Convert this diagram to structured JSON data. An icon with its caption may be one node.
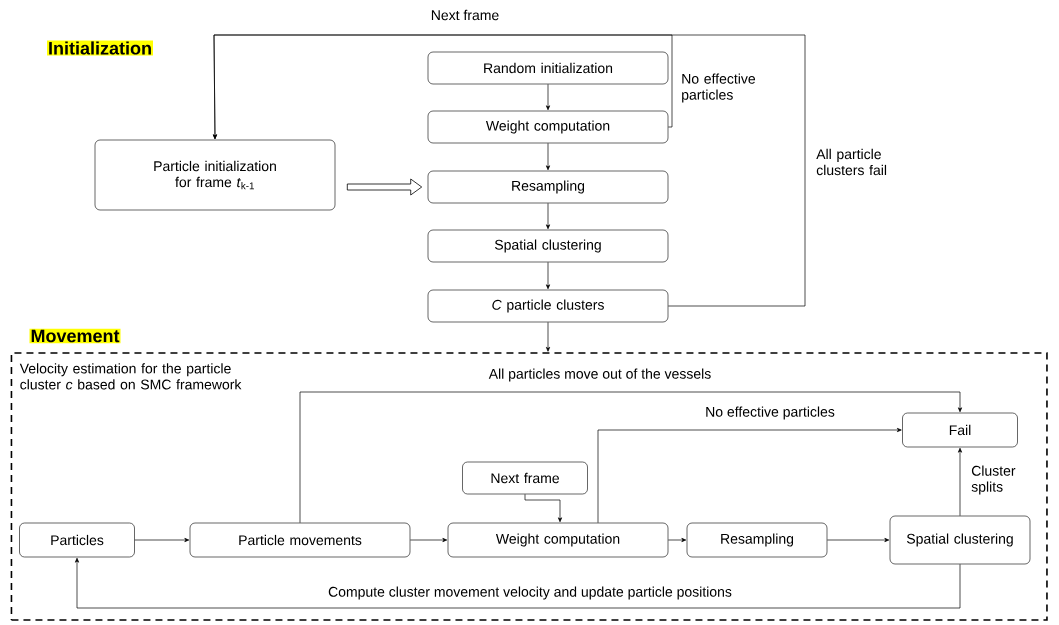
{
  "diagram": {
    "nodes": [
      {
        "text": [
          "Particle initialization for frame *t*$_{k-1}$"
        ]
      },
      {
        "text": [
          "Random initialization"
        ]
      },
      {
        "text": [
          "Weight computation"
        ]
      },
      {
        "text": [
          "Resampling"
        ]
      },
      {
        "text": [
          "Spatial clustering"
        ]
      },
      {
        "text": [
          "*C* particle clusters"
        ]
      },
      {
        "text": [
          "Velocity estimation for the particle cluster *c* based on SMC framework"
        ]
      },
      {
        "text": [
          "Particles"
        ],
        "in": 6
      },
      {
        "text": [
          "Particle movements"
        ],
        "in": 6
      },
      {
        "text": [
          "Next frame"
        ],
        "in": 6
      },
      {
        "text": [
          "Weight computation"
        ],
        "in": 6
      },
      {
        "text": [
          "Resampling"
        ],
        "in": 6
      },
      {
        "text": [
          "Spatial clustering"
        ],
        "in": 6
      },
      {
        "text": [
          "Fail"
        ],
        "in": 6
      }
    ],
    "edges": [
      {
        "from": 1,
        "to": 2,
        "arrow": "to"
      },
      {
        "from": 2,
        "to": 3,
        "arrow": "to"
      },
      {
        "from": 3,
        "to": 4,
        "arrow": "to"
      },
      {
        "from": 4,
        "to": 5,
        "arrow": "to"
      },
      {
        "from": 5,
        "to": 6,
        "arrow": "to"
      },
      {
        "from": 0,
        "to": 3,
        "arrow": "to",
        "style": "thick"
      },
      {
        "from": 2,
        "to": 0,
        "arrow": "to",
        "label": "No effective particles"
      },
      {
        "from": 5,
        "to": 0,
        "arrow": "to",
        "label": "All particle clusters fail"
      },
      {
        "from": 7,
        "to": 8,
        "arrow": "to"
      },
      {
        "from": 8,
        "to": 10,
        "arrow": "to"
      },
      {
        "from": 9,
        "to": 10,
        "arrow": "to"
      },
      {
        "from": 10,
        "to": 11,
        "arrow": "to"
      },
      {
        "from": 11,
        "to": 12,
        "arrow": "to"
      },
      {
        "from": 8,
        "to": 13,
        "arrow": "to",
        "label": "All particles move out of the vessels"
      },
      {
        "from": 10,
        "to": 13,
        "arrow": "to",
        "label": "No effective particles"
      },
      {
        "from": 12,
        "to": 13,
        "arrow": "to",
        "label": "Cluster splits"
      },
      {
        "from": 12,
        "to": 7,
        "arrow": "to",
        "label": "Compute cluster movement velocity and update particle positions"
      }
    ],
    "labels": [
      "Next frame",
      "Initialization",
      "Movement"
    ]
  }
}
